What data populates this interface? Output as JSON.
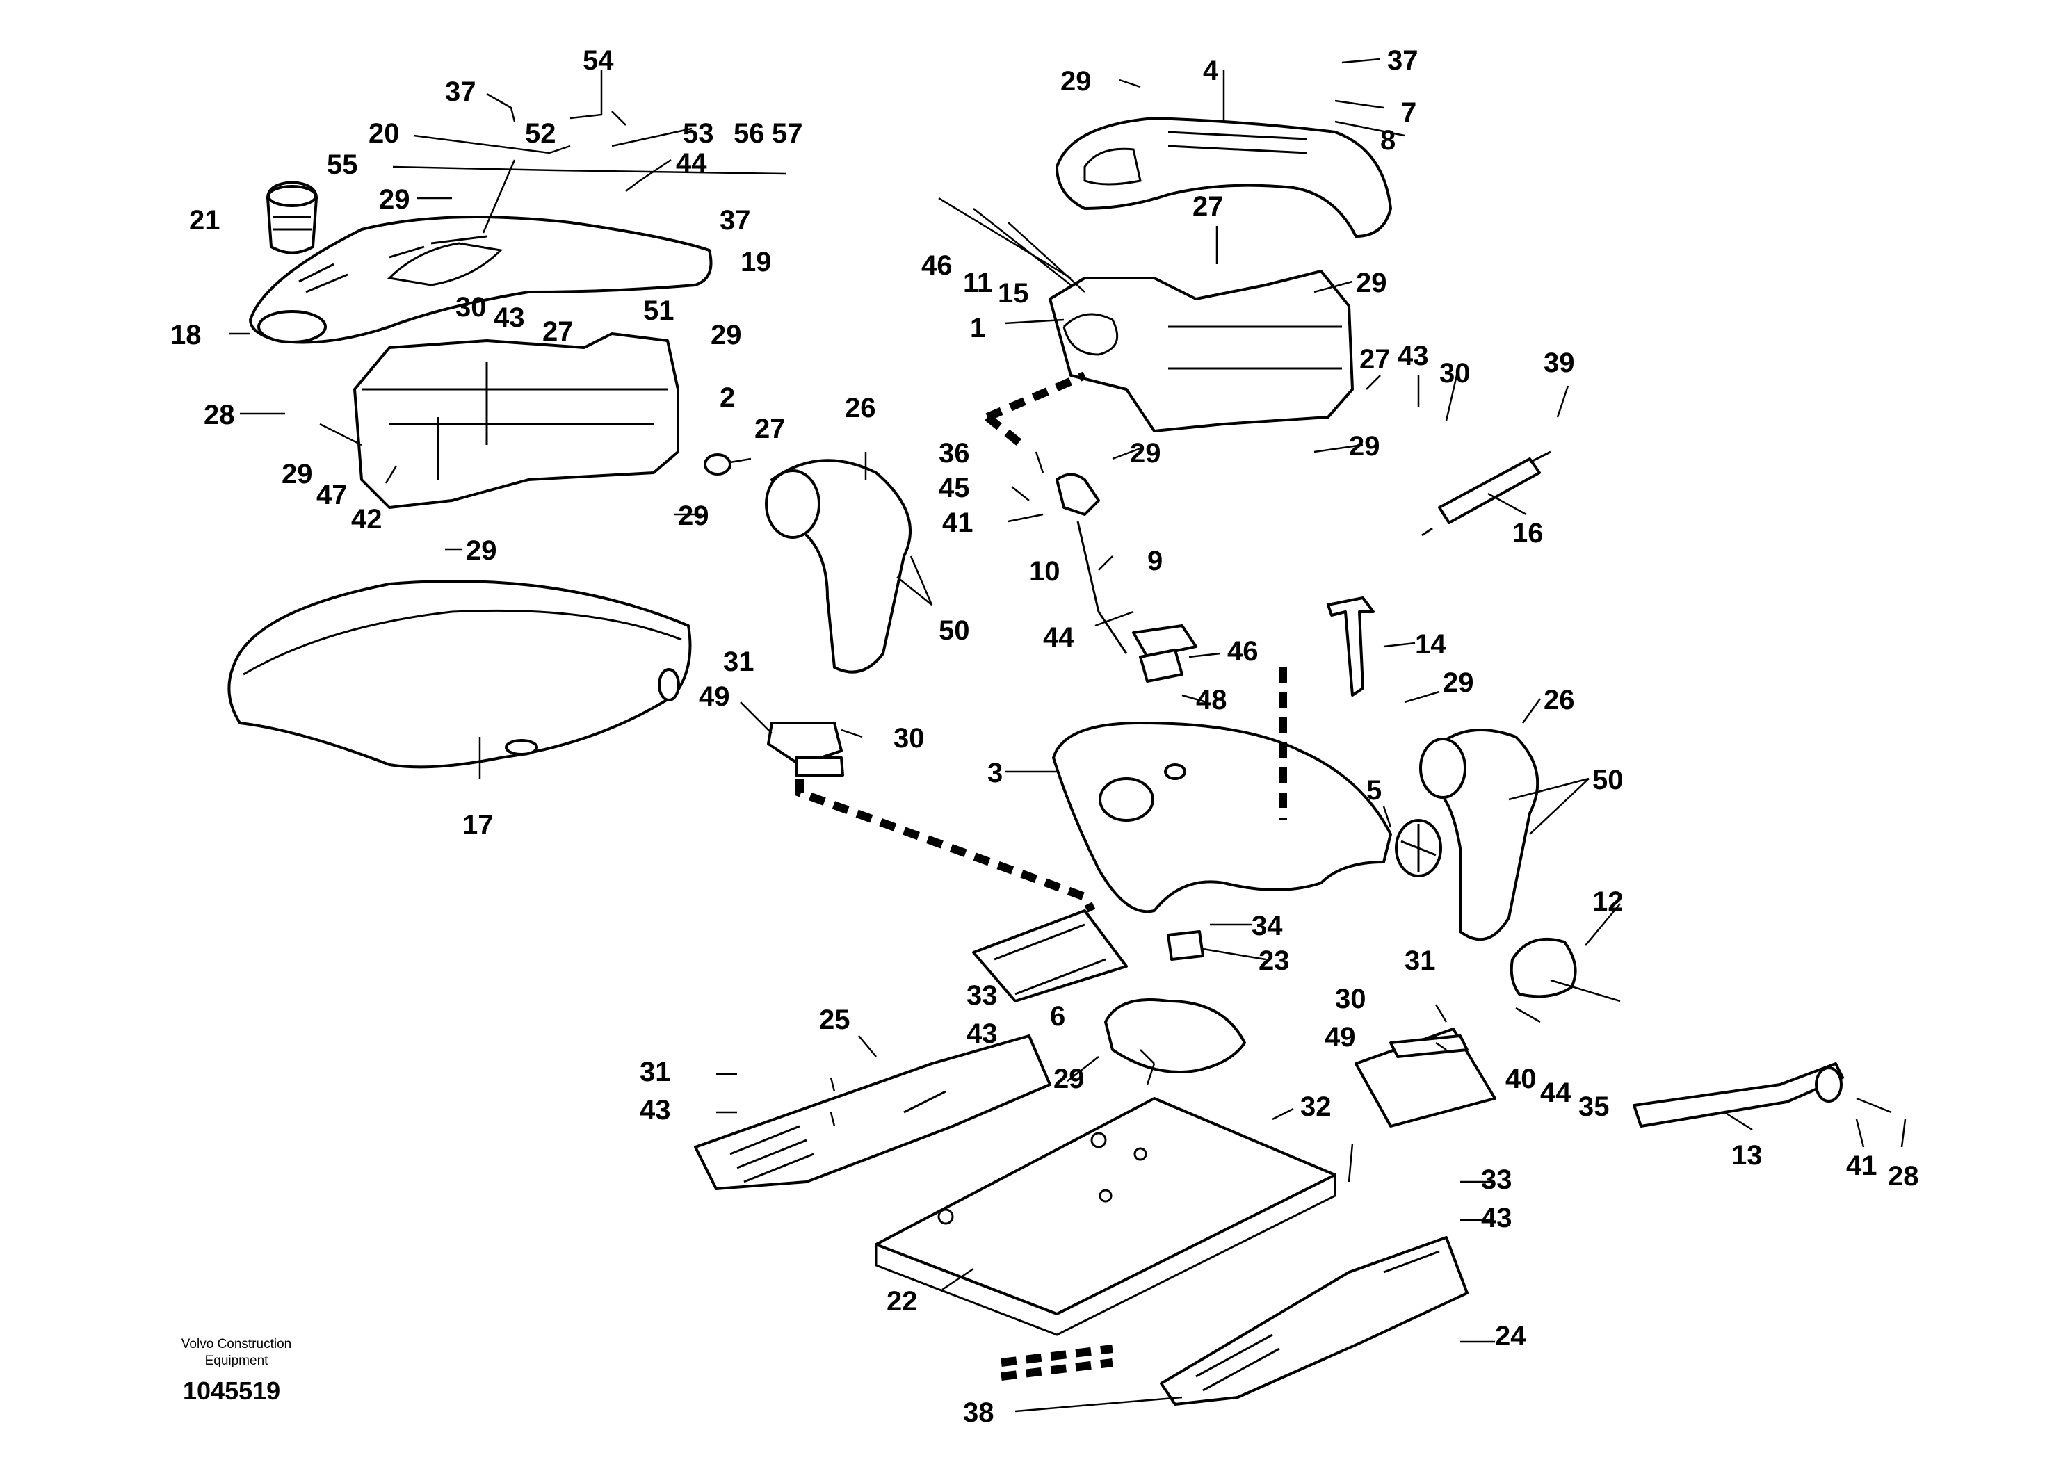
{
  "publisher": {
    "line1": "Volvo Construction",
    "line2": "Equipment"
  },
  "document_number": "1045519",
  "callouts": [
    "54",
    "37",
    "20",
    "52",
    "53",
    "55",
    "44",
    "56",
    "57",
    "29",
    "37",
    "21",
    "19",
    "18",
    "30",
    "43",
    "27",
    "51",
    "29",
    "2",
    "28",
    "27",
    "29",
    "47",
    "42",
    "29",
    "29",
    "26",
    "50",
    "17",
    "31",
    "49",
    "30",
    "29",
    "4",
    "37",
    "7",
    "8",
    "46",
    "11",
    "15",
    "27",
    "29",
    "1",
    "27",
    "43",
    "30",
    "39",
    "36",
    "29",
    "29",
    "45",
    "41",
    "16",
    "10",
    "9",
    "44",
    "46",
    "14",
    "29",
    "48",
    "26",
    "3",
    "5",
    "50",
    "12",
    "34",
    "23",
    "25",
    "33",
    "43",
    "31",
    "43",
    "6",
    "29",
    "31",
    "30",
    "49",
    "40",
    "44",
    "35",
    "32",
    "33",
    "43",
    "13",
    "41",
    "28",
    "22",
    "24",
    "38"
  ]
}
